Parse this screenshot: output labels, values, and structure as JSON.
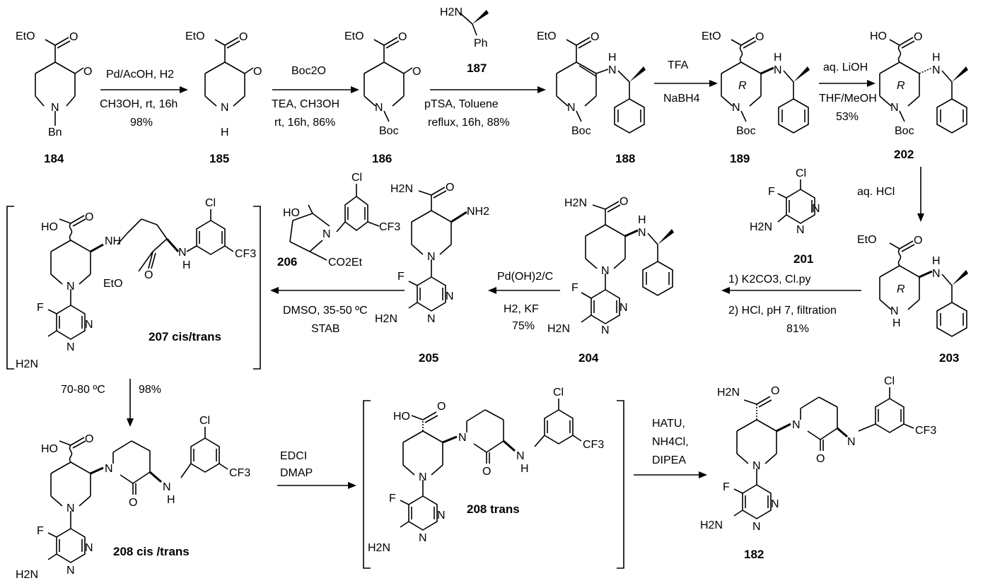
{
  "compounds": {
    "c184": {
      "id": "184",
      "atoms": [
        "EtO",
        "O",
        "O",
        "N",
        "Bn"
      ]
    },
    "c185": {
      "id": "185",
      "atoms": [
        "EtO",
        "O",
        "O",
        "N",
        "H"
      ]
    },
    "c186": {
      "id": "186",
      "atoms": [
        "EtO",
        "O",
        "O",
        "N",
        "Boc"
      ]
    },
    "c187": {
      "id": "187",
      "atoms": [
        "H2N",
        "Ph"
      ]
    },
    "c188": {
      "id": "188",
      "atoms": [
        "EtO",
        "O",
        "N",
        "H",
        "N",
        "Boc"
      ]
    },
    "c189": {
      "id": "189",
      "atoms": [
        "EtO",
        "O",
        "R",
        "N",
        "H",
        "N",
        "Boc"
      ]
    },
    "c202": {
      "id": "202",
      "atoms": [
        "HO",
        "O",
        "R",
        "N",
        "H",
        "N",
        "Boc"
      ]
    },
    "c203": {
      "id": "203",
      "atoms": [
        "EtO",
        "O",
        "R",
        "N",
        "H",
        "N",
        "H"
      ]
    },
    "c201": {
      "id": "201",
      "atoms": [
        "Cl",
        "F",
        "N",
        "N",
        "H2N"
      ]
    },
    "c204": {
      "id": "204",
      "atoms": [
        "H2N",
        "O",
        "N",
        "H",
        "N",
        "F",
        "N",
        "N",
        "H2N"
      ]
    },
    "c205": {
      "id": "205",
      "atoms": [
        "H2N",
        "O",
        "NH2",
        "N",
        "F",
        "N",
        "N",
        "H2N"
      ]
    },
    "c206": {
      "id": "206",
      "atoms": [
        "Cl",
        "HO",
        "N",
        "CF3",
        "CO2Et"
      ]
    },
    "c207": {
      "id": "207 cis/trans",
      "atoms": [
        "HO",
        "O",
        "Cl",
        "NH",
        "N",
        "H",
        "CF3",
        "EtO",
        "O",
        "N",
        "F",
        "N",
        "N",
        "H2N"
      ]
    },
    "c208ct": {
      "id": "208 cis /trans",
      "atoms": [
        "HO",
        "O",
        "Cl",
        "N",
        "O",
        "N",
        "H",
        "CF3",
        "N",
        "F",
        "N",
        "N",
        "H2N"
      ]
    },
    "c208t": {
      "id": "208 trans",
      "atoms": [
        "HO",
        "O",
        "Cl",
        "N",
        "O",
        "N",
        "H",
        "CF3",
        "N",
        "F",
        "N",
        "N",
        "H2N"
      ]
    },
    "c182": {
      "id": "182",
      "atoms": [
        "H2N",
        "O",
        "Cl",
        "N",
        "O",
        "N",
        "CF3",
        "N",
        "F",
        "N",
        "N",
        "H2N"
      ]
    }
  },
  "conditions": {
    "r1": {
      "above": "Pd/AcOH, H2",
      "below": [
        "CH3OH, rt, 16h",
        "98%"
      ]
    },
    "r2": {
      "above": "Boc2O",
      "below": [
        "TEA, CH3OH",
        "rt, 16h, 86%"
      ]
    },
    "r3": {
      "above": "",
      "below": [
        "pTSA, Toluene",
        "reflux, 16h, 88%"
      ]
    },
    "r4": {
      "above": "TFA",
      "below": [
        "NaBH4"
      ]
    },
    "r5": {
      "above": "aq. LiOH",
      "below": [
        "THF/MeOH",
        "53%"
      ]
    },
    "r6": {
      "side": "aq. HCl"
    },
    "r7": {
      "above": "1) K2CO3, Cl.py",
      "below": [
        "2) HCl, pH 7, filtration",
        "81%"
      ]
    },
    "r8": {
      "above": "Pd(OH)2/C",
      "below": [
        "H2, KF",
        "75%"
      ]
    },
    "r9": {
      "below": [
        "DMSO, 35-50 ºC",
        "STAB"
      ]
    },
    "r10": {
      "side": [
        "70-80 ºC",
        "98%"
      ]
    },
    "r11": {
      "above": [
        "EDCI",
        "DMAP"
      ]
    },
    "r12": {
      "above": [
        "HATU,",
        "NH4Cl,",
        "DIPEA"
      ]
    }
  }
}
